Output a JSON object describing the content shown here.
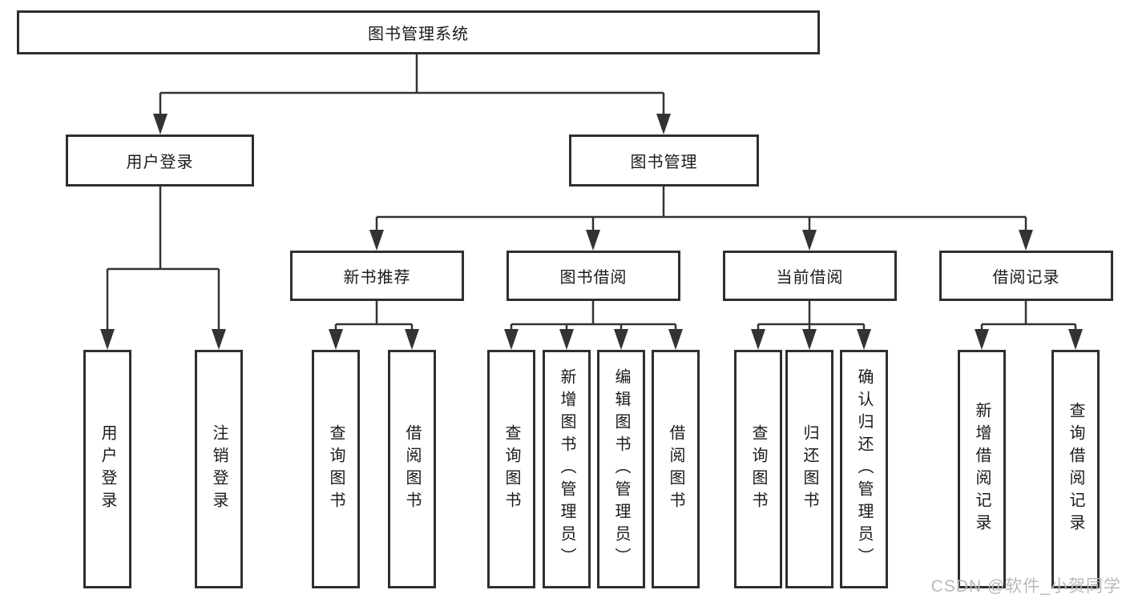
{
  "tree": {
    "root": {
      "label": "图书管理系统"
    },
    "children": [
      {
        "label": "用户登录",
        "children": [
          {
            "label": "用户登录"
          },
          {
            "label": "注销登录"
          }
        ]
      },
      {
        "label": "图书管理",
        "children": [
          {
            "label": "新书推荐",
            "children": [
              {
                "label": "查询图书"
              },
              {
                "label": "借阅图书"
              }
            ]
          },
          {
            "label": "图书借阅",
            "children": [
              {
                "label": "查询图书"
              },
              {
                "label": "新增图书（管理员）"
              },
              {
                "label": "编辑图书（管理员）"
              },
              {
                "label": "借阅图书"
              }
            ]
          },
          {
            "label": "当前借阅",
            "children": [
              {
                "label": "查询图书"
              },
              {
                "label": "归还图书"
              },
              {
                "label": "确认归还（管理员）"
              }
            ]
          },
          {
            "label": "借阅记录",
            "children": [
              {
                "label": "新增借阅记录"
              },
              {
                "label": "查询借阅记录"
              }
            ]
          }
        ]
      }
    ]
  },
  "watermark": {
    "text": "CSDN @软件_小贺同学"
  },
  "colors": {
    "line": "#333333",
    "border": "#2f2f2f",
    "text": "#1a1a1a",
    "watermark_text": "#b9b9b9",
    "background": "#ffffff"
  }
}
